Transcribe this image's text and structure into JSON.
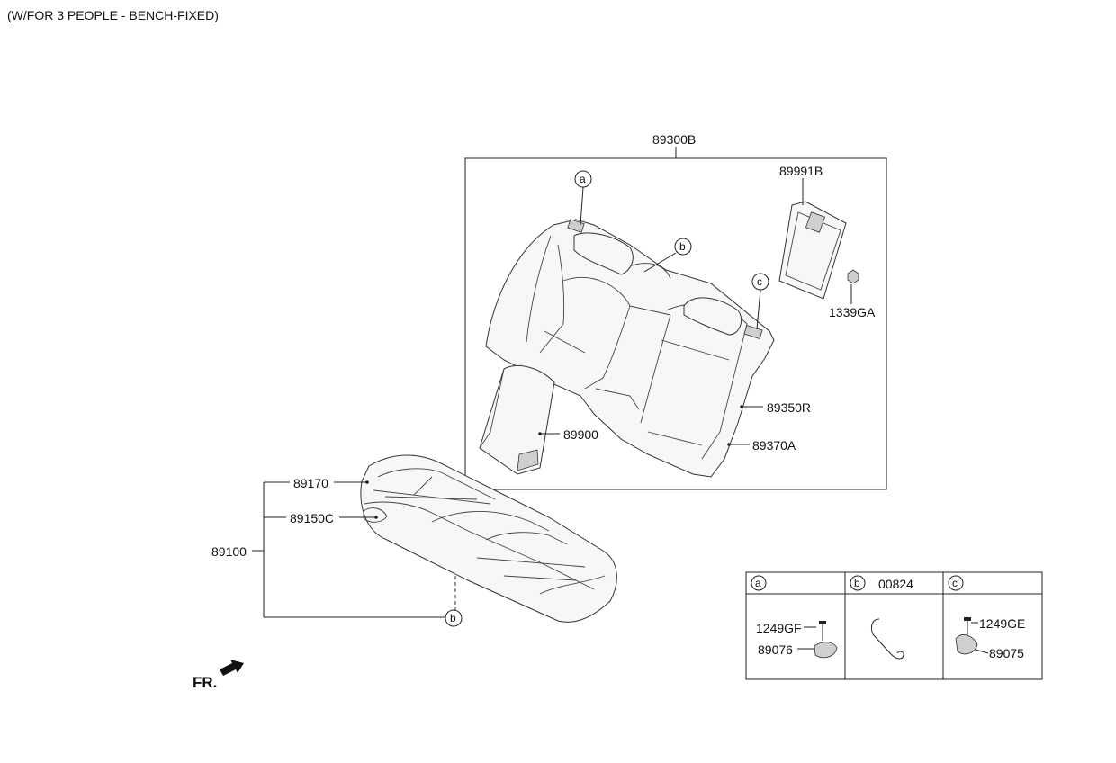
{
  "title": "(W/FOR 3 PEOPLE - BENCH-FIXED)",
  "orientation_label": "FR.",
  "parts": {
    "back_assembly": "89300B",
    "back_board": "89991B",
    "back_board_nut": "1339GA",
    "back_cover": "89350R",
    "back_pad": "89370A",
    "armrest": "89900",
    "cushion_cover": "89170",
    "cushion_pad": "89150C",
    "cushion_assembly": "89100"
  },
  "callouts": {
    "a": "a",
    "b": "b",
    "c": "c"
  },
  "legend": {
    "a": {
      "letter": "a",
      "header": "",
      "bolt": "1249GF",
      "bracket": "89076"
    },
    "b": {
      "letter": "b",
      "header": "00824"
    },
    "c": {
      "letter": "c",
      "header": "",
      "bolt": "1249GE",
      "bracket": "89075"
    }
  }
}
